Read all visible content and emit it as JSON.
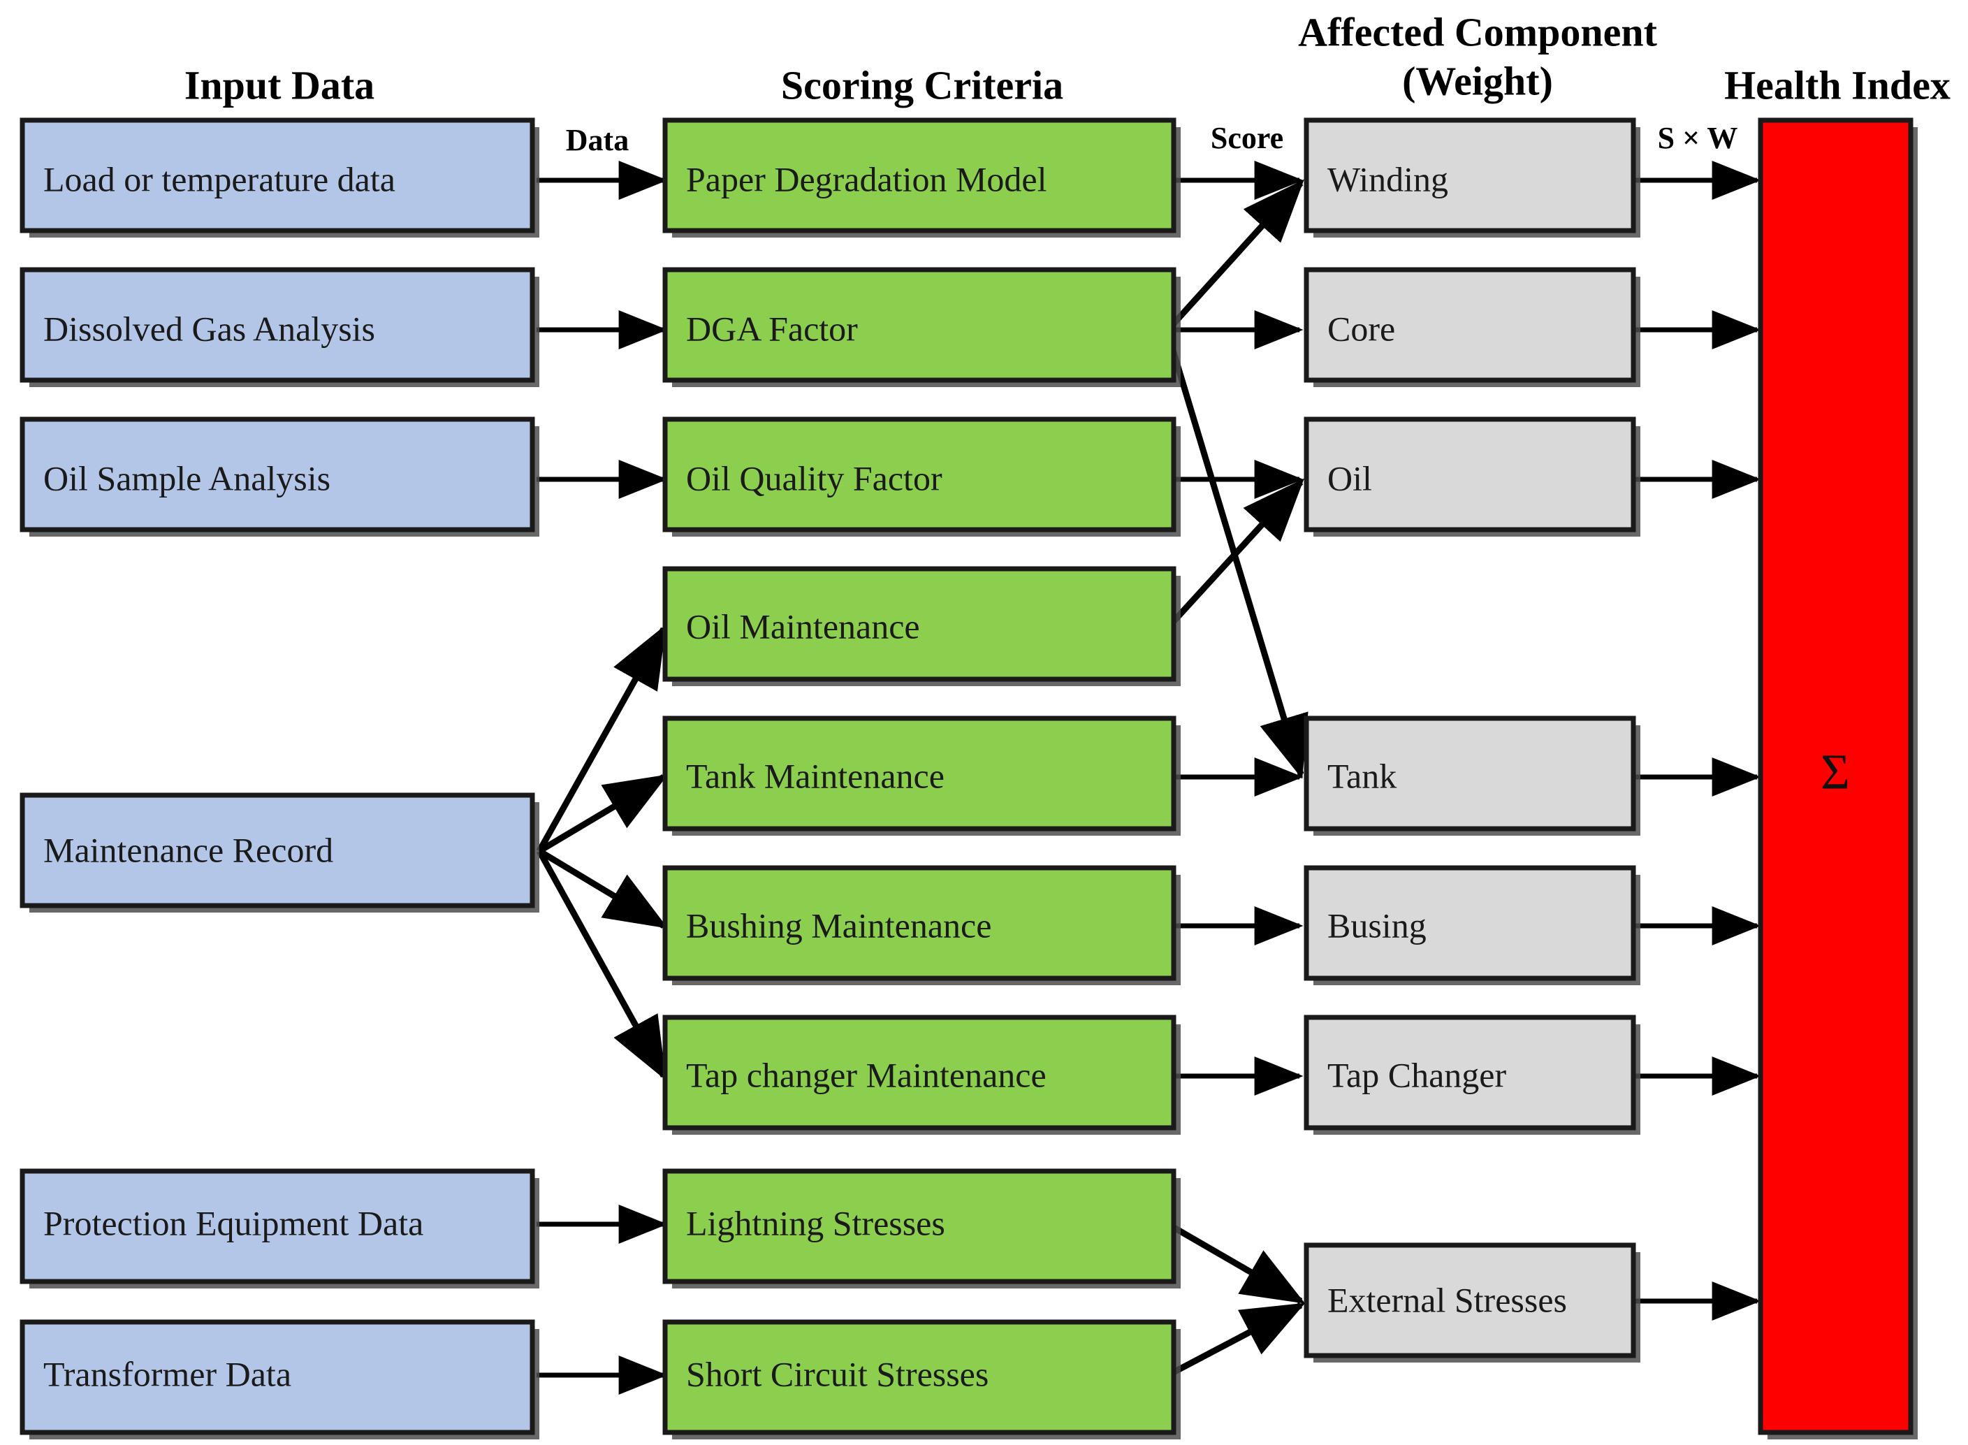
{
  "headers": {
    "input": "Input Data",
    "scoring": "Scoring Criteria",
    "component_line1": "Affected Component",
    "component_line2": "(Weight)",
    "health": "Health Index"
  },
  "edge_labels": {
    "data": "Data",
    "score": "Score",
    "sw": "S × W"
  },
  "input_nodes": [
    {
      "label": "Load or temperature data"
    },
    {
      "label": "Dissolved Gas Analysis"
    },
    {
      "label": "Oil Sample Analysis"
    },
    {
      "label": "Maintenance Record"
    },
    {
      "label": "Protection Equipment Data"
    },
    {
      "label": "Transformer Data"
    }
  ],
  "scoring_nodes": [
    {
      "label": "Paper Degradation Model"
    },
    {
      "label": "DGA Factor"
    },
    {
      "label": "Oil Quality Factor"
    },
    {
      "label": "Oil Maintenance"
    },
    {
      "label": "Tank Maintenance"
    },
    {
      "label": "Bushing Maintenance"
    },
    {
      "label": "Tap changer Maintenance"
    },
    {
      "label": "Lightning Stresses"
    },
    {
      "label": "Short Circuit Stresses"
    }
  ],
  "component_nodes": [
    {
      "label": "Winding"
    },
    {
      "label": "Core"
    },
    {
      "label": "Oil"
    },
    {
      "label": "Tank"
    },
    {
      "label": "Busing"
    },
    {
      "label": "Tap Changer"
    },
    {
      "label": "External Stresses"
    }
  ],
  "health_index": {
    "symbol": "Σ"
  },
  "colors": {
    "input_fill": "#b3c6e8",
    "scoring_fill": "#8ccf4f",
    "component_fill": "#d9d9d9",
    "health_fill": "#fe0000",
    "border": "#1a1a1a",
    "arrow": "#000000"
  }
}
